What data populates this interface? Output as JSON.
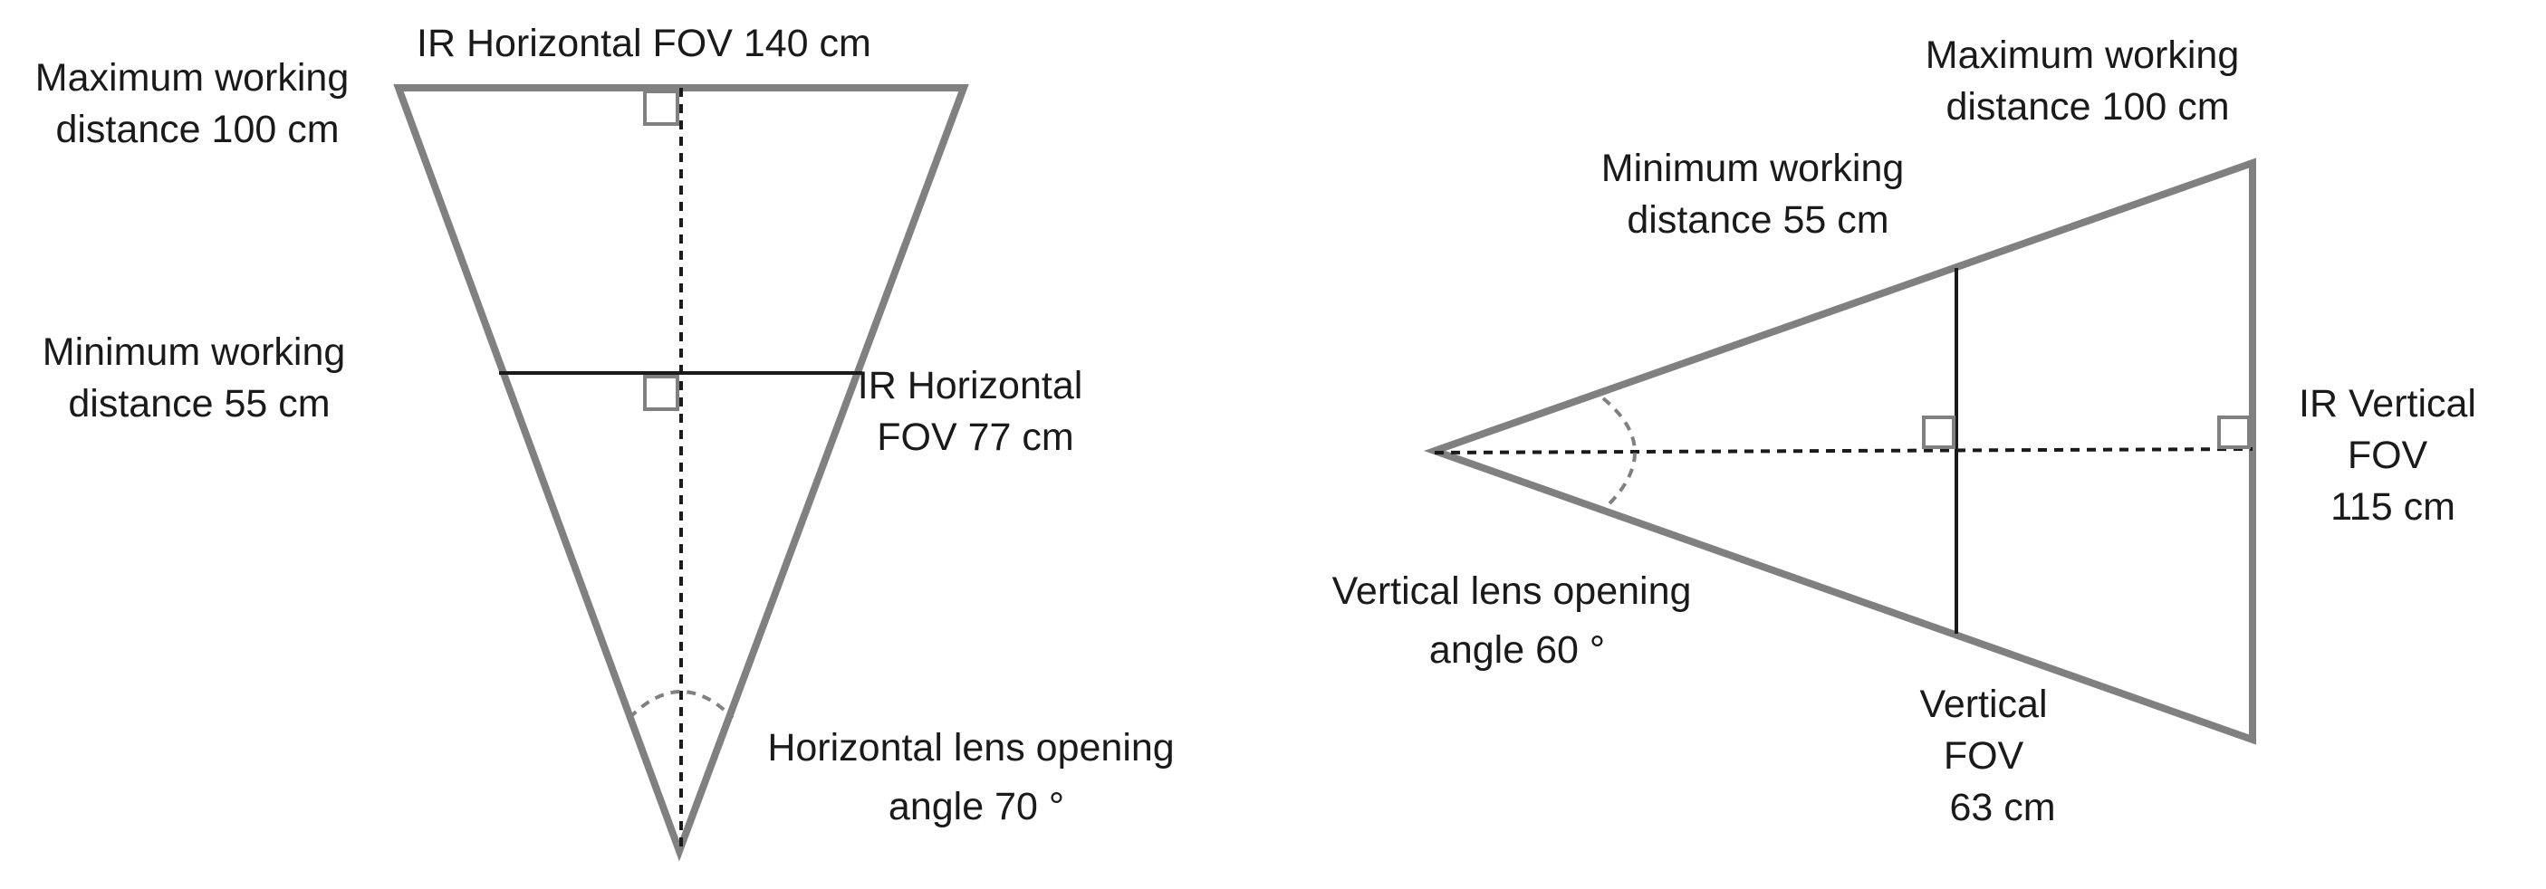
{
  "horizontal": {
    "max_distance": [
      "Maximum working",
      "distance 100 cm"
    ],
    "fov_max": "IR Horizontal  FOV 140 cm",
    "min_distance": [
      "Minimum working",
      "distance 55 cm"
    ],
    "fov_min": [
      "IR Horizontal",
      "FOV 77 cm"
    ],
    "angle": [
      "Horizontal lens opening",
      "angle 70 °"
    ]
  },
  "vertical": {
    "max_distance": [
      "Maximum working",
      "distance 100 cm"
    ],
    "min_distance": [
      "Minimum working",
      "distance 55 cm"
    ],
    "fov_max": [
      "IR  Vertical",
      "FOV",
      "115 cm"
    ],
    "fov_min": [
      "Vertical",
      "FOV",
      "63 cm"
    ],
    "angle": [
      "Vertical lens opening",
      "angle 60 °"
    ]
  },
  "colors": {
    "outline": "#808080",
    "lines": "#1a1a1a",
    "text": "#1a1a1a"
  }
}
